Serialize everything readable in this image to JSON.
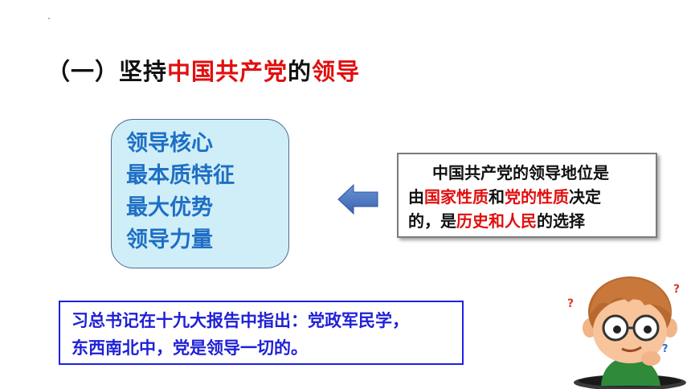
{
  "title": {
    "prefix": "（一）坚持",
    "red1": "中国共产党",
    "middle": "的",
    "red2": "领导"
  },
  "core_box": {
    "lines": [
      "领导核心",
      "最本质特征",
      "最大优势",
      "领导力量"
    ]
  },
  "status_box": {
    "l1": "中国共产党的领导地位是",
    "l2_a": "由",
    "l2_red1": "国家性质",
    "l2_b": "和",
    "l2_red2": "党的性质",
    "l2_c": "决定",
    "l3_a": "的，是",
    "l3_red": "历史和人民",
    "l3_b": "的选择"
  },
  "quote_box": {
    "line1": "习总书记在十九大报告中指出：党政军民学，",
    "line2": "东西南北中，党是领导一切的。"
  },
  "colors": {
    "highlight_red": "#e10f0f",
    "core_text_blue": "#1f6fc4",
    "core_bg": "#cfeef8",
    "quote_blue": "#1f20d6",
    "arrow_blue": "#4472c4"
  },
  "icons": {
    "arrow": "left-arrow-icon",
    "illustration": "thinking-boy-illustration"
  }
}
